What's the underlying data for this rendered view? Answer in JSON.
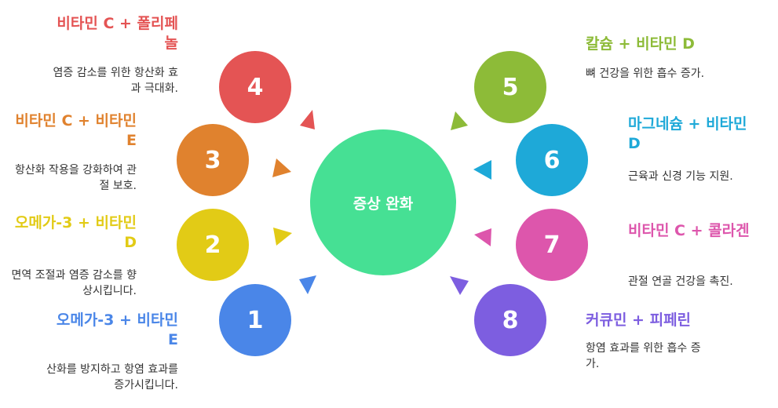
{
  "center": {
    "label": "증상 완화",
    "color": "#46E094"
  },
  "nodes": [
    {
      "number": "1",
      "color": "#4A86E8",
      "title": "오메가-3 + 비타민 E",
      "desc": "산화를 방지하고 항염 효과를 증가시킵니다."
    },
    {
      "number": "2",
      "color": "#E2CB16",
      "title": "오메가-3 + 비타민 D",
      "desc": "면역 조절과 염증 감소를 향상시킵니다."
    },
    {
      "number": "3",
      "color": "#E0822E",
      "title": "비타민 C + 비타민 E",
      "desc": "항산화 작용을 강화하여 관절 보호."
    },
    {
      "number": "4",
      "color": "#E45454",
      "title": "비타민 C + 폴리페놀",
      "desc": "염증 감소를 위한 항산화 효과 극대화."
    },
    {
      "number": "5",
      "color": "#8DBB38",
      "title": "칼슘 + 비타민 D",
      "desc": "뼈 건강을 위한 흡수 증가."
    },
    {
      "number": "6",
      "color": "#1EA9D8",
      "title": "마그네슘 + 비타민 D",
      "desc": "근육과 신경 기능 지원."
    },
    {
      "number": "7",
      "color": "#DD56AC",
      "title": "비타민 C + 콜라겐",
      "desc": "관절 연골 건강을 촉진."
    },
    {
      "number": "8",
      "color": "#7D5EE0",
      "title": "커큐민 + 피페린",
      "desc": "항염 효과를 위한 흡수 증가."
    }
  ]
}
